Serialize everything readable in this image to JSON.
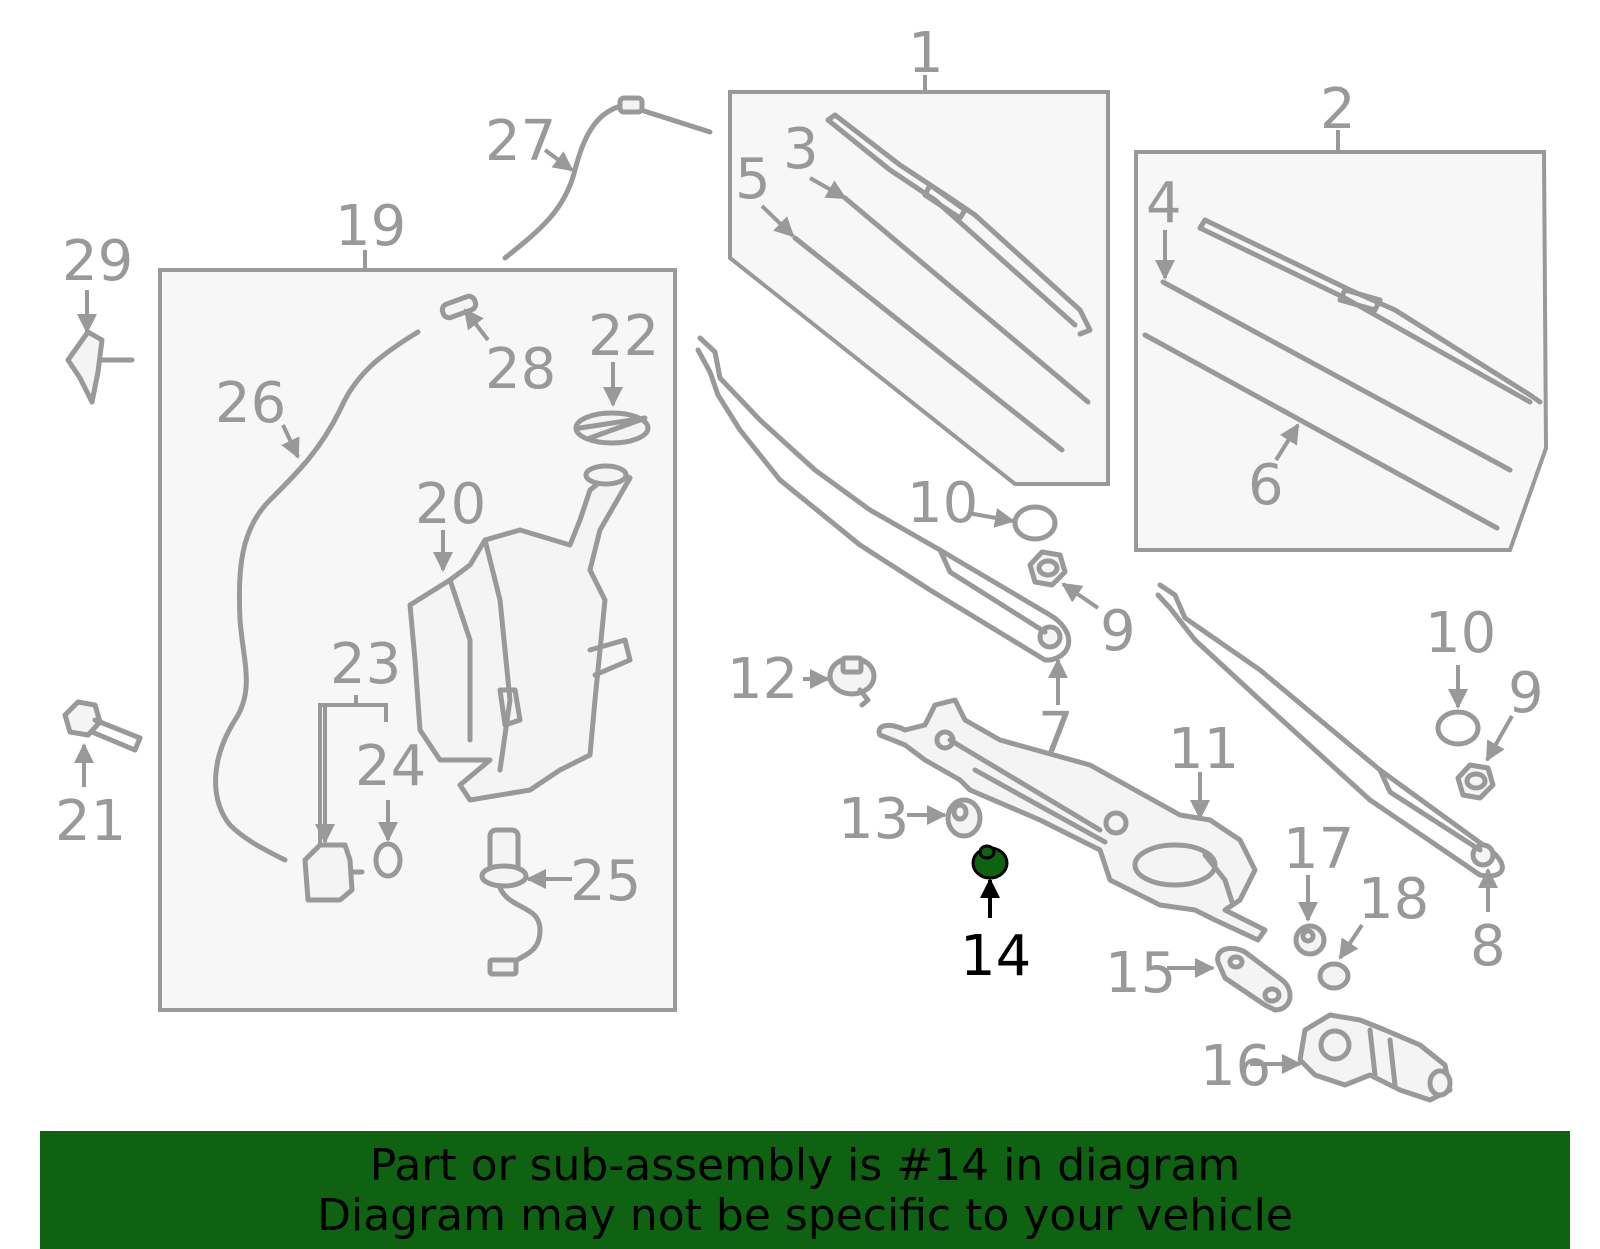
{
  "diagram": {
    "highlighted_part": "14",
    "highlight_color": "#0e6212",
    "line_color": "#999999",
    "callouts": {
      "c1": "1",
      "c2": "2",
      "c3": "3",
      "c4": "4",
      "c5": "5",
      "c6": "6",
      "c7": "7",
      "c8": "8",
      "c9a": "9",
      "c9b": "9",
      "c10a": "10",
      "c10b": "10",
      "c11": "11",
      "c12": "12",
      "c13": "13",
      "c14": "14",
      "c15": "15",
      "c16": "16",
      "c17": "17",
      "c18": "18",
      "c19": "19",
      "c20": "20",
      "c21": "21",
      "c22": "22",
      "c23": "23",
      "c24": "24",
      "c25": "25",
      "c26": "26",
      "c27": "27",
      "c28": "28",
      "c29": "29"
    }
  },
  "banner": {
    "line1": "Part or sub-assembly is #14 in diagram",
    "line2": "Diagram may not be specific to your vehicle",
    "background": "#0e6212"
  }
}
